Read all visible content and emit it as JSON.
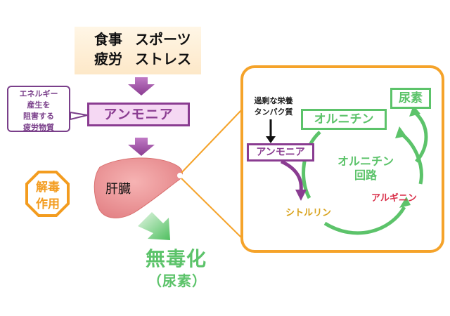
{
  "causes": {
    "row1": [
      "食事",
      "スポーツ"
    ],
    "row2": [
      "疲労",
      "ストレス"
    ]
  },
  "energy_note": [
    "エネルギー",
    "産生を",
    "阻害する",
    "疲労物質"
  ],
  "ammonia_label": "アンモニア",
  "liver_label": "肝臓",
  "detox_label": [
    "解毒",
    "作用"
  ],
  "result": {
    "title": "無毒化",
    "subtitle": "（尿素）"
  },
  "cycle": {
    "diet_note": [
      "過剰な栄養",
      "タンパク質"
    ],
    "ammonia": "アンモニア",
    "ornithine": "オルニチン",
    "urea": "尿素",
    "title_line1": "オルニチン",
    "title_line2": "回路",
    "citrulline": "シトルリン",
    "arginine": "アルギニン"
  },
  "colors": {
    "purple": "#8a3c91",
    "purple_fill": "#f5d8f3",
    "green": "#5cc36a",
    "orange": "#f5a32a",
    "citrulline": "#d8a21c",
    "arginine": "#d9304a",
    "liver": "#ec8a8d"
  }
}
